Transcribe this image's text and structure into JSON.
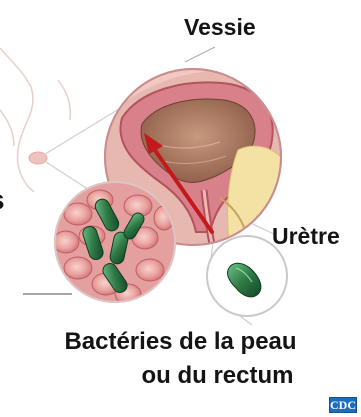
{
  "labels": {
    "bladder": "Vessie",
    "urethra": "Urètre",
    "bacteria_line1": "Bactéries de la peau",
    "bacteria_line2": "ou du rectum",
    "cut_glyph_upper": "s",
    "cut_glyph_lower": ":"
  },
  "logo": {
    "text": "CDC",
    "color": "#1b6dbf"
  },
  "colors": {
    "arrow": "#c4191c",
    "bacteria": "#2f7a45",
    "bladder_tissue": "#d9818a",
    "callout_line": "#c8c8c8"
  }
}
